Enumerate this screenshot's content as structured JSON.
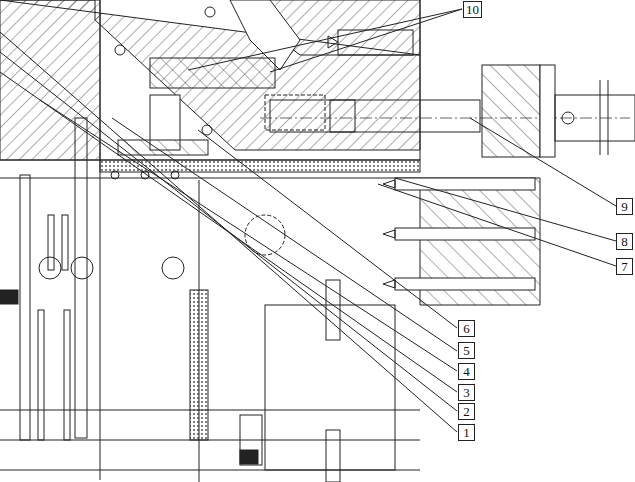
{
  "diagram": {
    "labels": [
      "10",
      "9",
      "8",
      "7",
      "6",
      "5",
      "4",
      "3",
      "2",
      "1"
    ]
  }
}
